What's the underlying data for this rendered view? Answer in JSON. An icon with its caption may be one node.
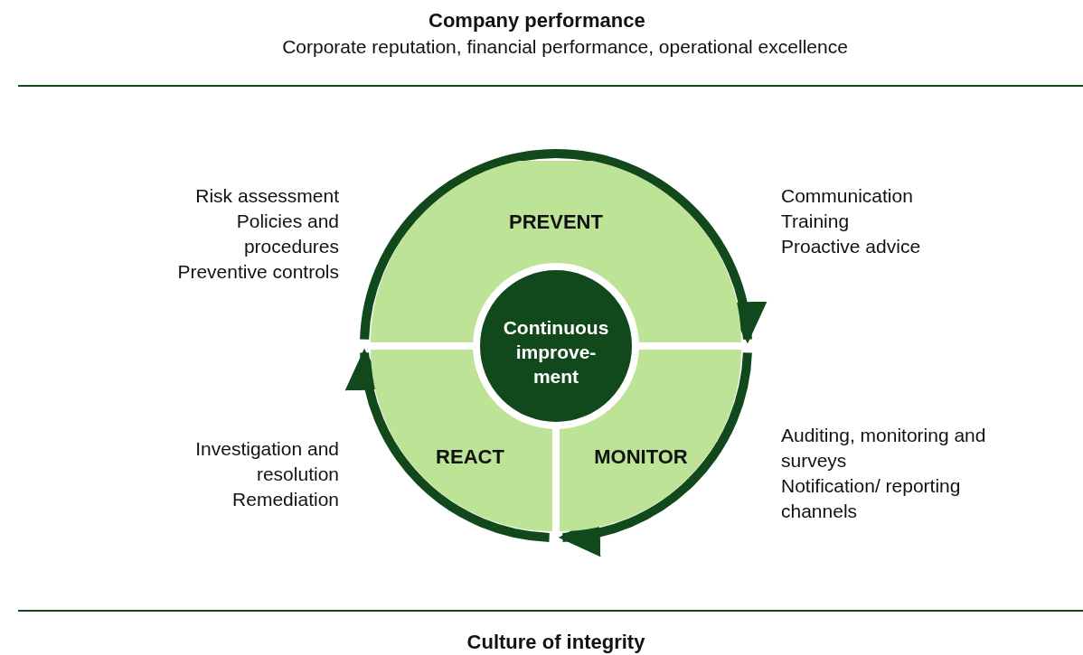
{
  "diagram": {
    "title": "Company performance",
    "nodes": [
      {
        "text": [
          "PREVENT"
        ]
      },
      {
        "text": [
          "MONITOR"
        ]
      },
      {
        "text": [
          "REACT"
        ]
      },
      {
        "text": [
          "Continuous improve- ment"
        ]
      }
    ],
    "edges": [
      {
        "from": 0,
        "to": 1,
        "arrow": "to"
      },
      {
        "from": 1,
        "to": 2,
        "arrow": "to"
      },
      {
        "from": 2,
        "to": 0,
        "arrow": "to"
      }
    ],
    "labels": [
      "Corporate reputation, financial performance, operational excellence",
      "Risk assessment",
      "Policies and procedures",
      "Preventive controls",
      "Communication",
      "Training",
      "Proactive advice",
      "Investigation and resolution",
      "Remediation",
      "Auditing, monitoring and surveys",
      "Notification/ reporting channels",
      "Culture of integrity"
    ]
  }
}
